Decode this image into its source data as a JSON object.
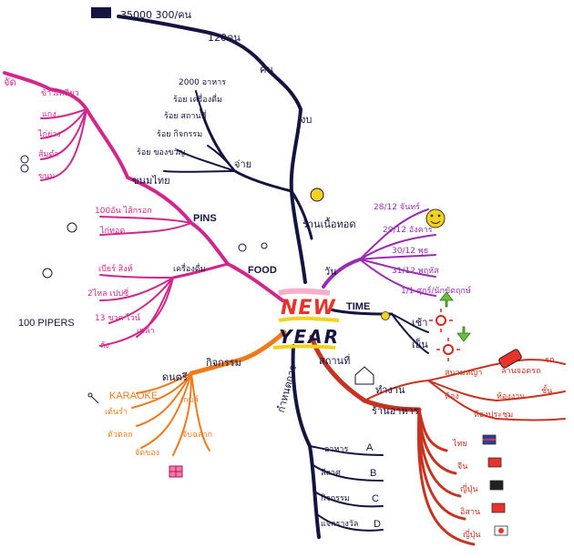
{
  "center": {
    "line1": "NEW",
    "line2": "YEAR"
  },
  "colors": {
    "navy": "#15133f",
    "magenta": "#d0288a",
    "purple": "#9b2bb5",
    "orange": "#ef7a1c",
    "red": "#c7331f",
    "center_new": "#e8332b",
    "highlight_yellow": "#f2d21b",
    "highlight_pink": "#f07aa9"
  },
  "branch_budget": {
    "label": "งบ",
    "sub_label": "คน",
    "amount": "35000 300/คน",
    "people": "120คน",
    "items": [
      "2000 อาหาร",
      "ร้อย เครื่องดื่ม",
      "ร้อย สถานที่",
      "ร้อย กิจกรรม",
      "ร้อย ของขวัญ"
    ],
    "item_group": "จ่าย"
  },
  "branch_venue": {
    "label": "ร้านเนื้อทอด"
  },
  "branch_time": {
    "label": "TIME",
    "group": "วัน",
    "dates": [
      "28/12 จันทร์",
      "29/12 อังคาร",
      "30/12 พุธ",
      "31/12 พฤหัส",
      "1/1 ศุกร์/นักขัตฤกษ์"
    ],
    "morning": "เช้า",
    "evening": "เย็น"
  },
  "branch_food": {
    "label": "FOOD",
    "group_snacks": "ขนมไทย",
    "snacks": [
      "ข้าวเหนียว",
      "แกง",
      "ไก่ย่าง",
      "ส้มตำ",
      "ขนม"
    ],
    "top": "จัด",
    "group_pins": "PINS",
    "pin_items": [
      "100อัน ไส้กรอก",
      "ไก่ทอด"
    ],
    "group_drinks": "เครื่องดื่ม",
    "drinks": [
      "เบียร์ สิงห์",
      "2ไหล เปปซี่",
      "13 ขวด ไวน์",
      "เหล้า",
      "ลัง"
    ],
    "brand": "100 PIPERS"
  },
  "branch_activity": {
    "label": "กิจกรรม",
    "group": "ดนตรี",
    "items": [
      "KARAOKE",
      "เต้นรำ",
      "เกมส์",
      "จับฉลาก",
      "ตัวตลก",
      "จัดของ"
    ]
  },
  "branch_place": {
    "label": "สถานที่",
    "group_a": "ทำงาน",
    "group_b": "ร้านอาหาร",
    "work_items": [
      "สนามหญ้า",
      "ห้อง",
      "ห้องงาน",
      "ลานจอดรถ",
      "ห้องประชุม",
      "ชั้น",
      "รถ"
    ],
    "restaurants": [
      "ไทย",
      "จีน",
      "ญี่ปุ่น",
      "อิสาน",
      "ญี่ปุ่น"
    ]
  },
  "branch_program": {
    "label": "กำหนดการ",
    "items": [
      "อาหาร",
      "ลีลาศ",
      "กิจกรรม",
      "แจกรางวัล"
    ],
    "codes": [
      "A",
      "B",
      "C",
      "D"
    ]
  }
}
